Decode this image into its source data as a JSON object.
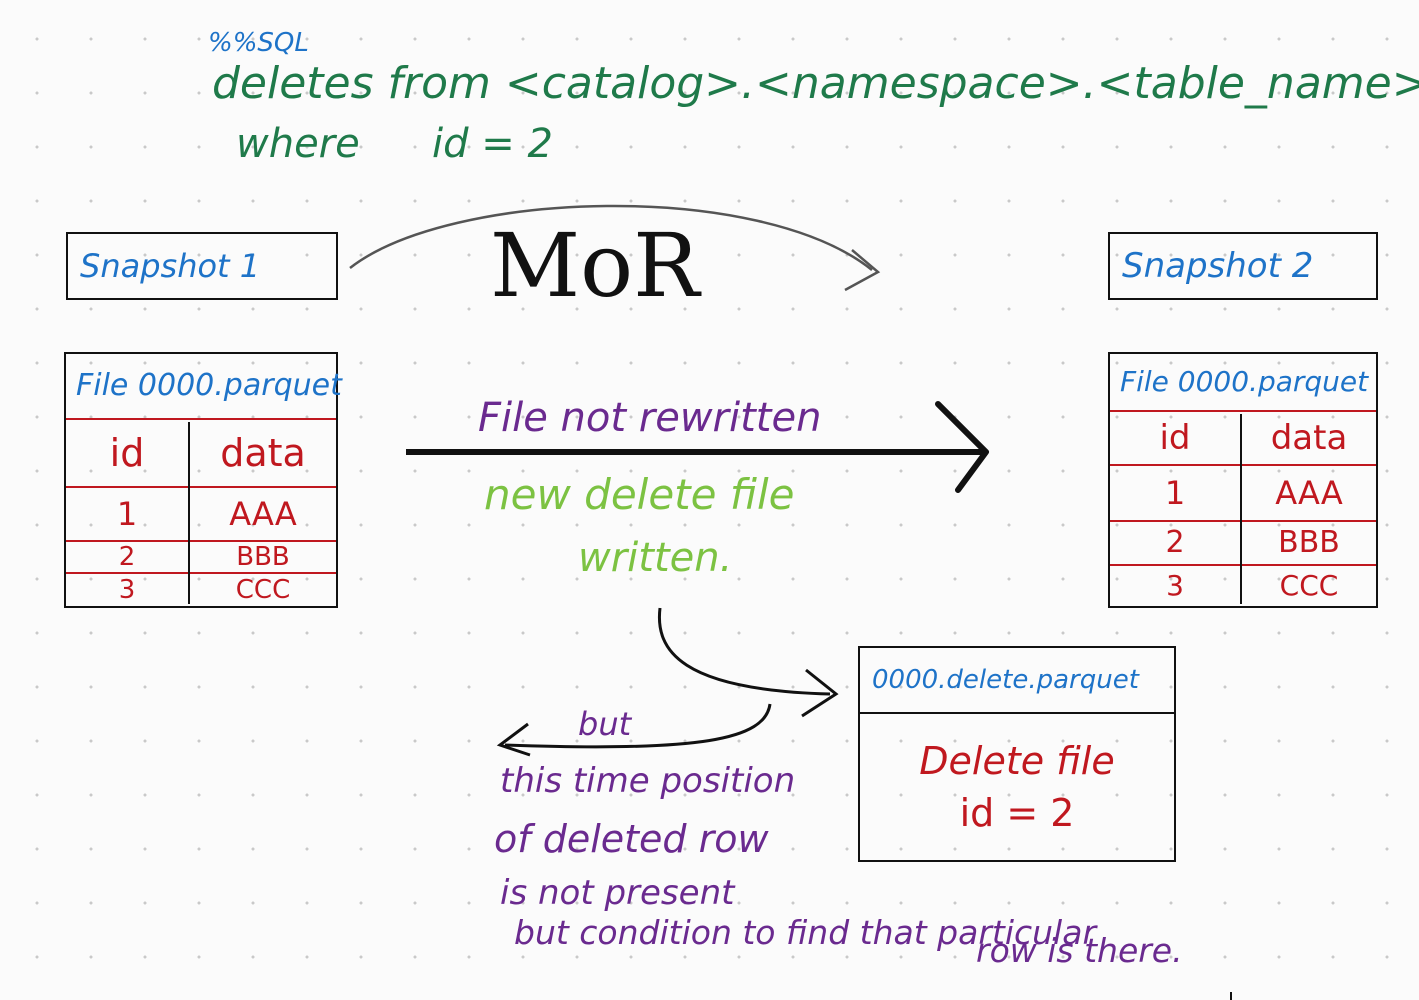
{
  "sql": {
    "magic": "%%SQL",
    "line1": "deletes from <catalog>.<namespace>.<table_name>",
    "line2_kw": "where",
    "line2_cond": "id = 2"
  },
  "snapshot1": {
    "label": "Snapshot 1"
  },
  "snapshot2": {
    "label": "Snapshot 2"
  },
  "arc_label": "MoR",
  "file1": {
    "name": "File 0000.parquet",
    "headers": [
      "id",
      "data"
    ],
    "rows": [
      {
        "id": "1",
        "data": "AAA"
      },
      {
        "id": "2",
        "data": "BBB"
      },
      {
        "id": "3",
        "data": "CCC"
      }
    ]
  },
  "file2": {
    "name": "File 0000.parquet",
    "headers": [
      "id",
      "data"
    ],
    "rows": [
      {
        "id": "1",
        "data": "AAA"
      },
      {
        "id": "2",
        "data": "BBB"
      },
      {
        "id": "3",
        "data": "CCC"
      }
    ]
  },
  "center": {
    "not_rewritten": "File not rewritten",
    "new_delete_1": "new delete file",
    "new_delete_2": "written."
  },
  "delete_file": {
    "name": "0000.delete.parquet",
    "line1": "Delete file",
    "line2": "id = 2"
  },
  "note": {
    "but": "but",
    "line1": "this time position",
    "line2": "of deleted row",
    "line3": "is not present",
    "line4": "but condition to find that particular",
    "line5": "row is there."
  },
  "colors": {
    "sql": "#1f7a4a",
    "snapshot": "#1e73c8",
    "table_lines": "#c0181f",
    "note": "#6a2a8f",
    "new_delete": "#7cc242"
  }
}
